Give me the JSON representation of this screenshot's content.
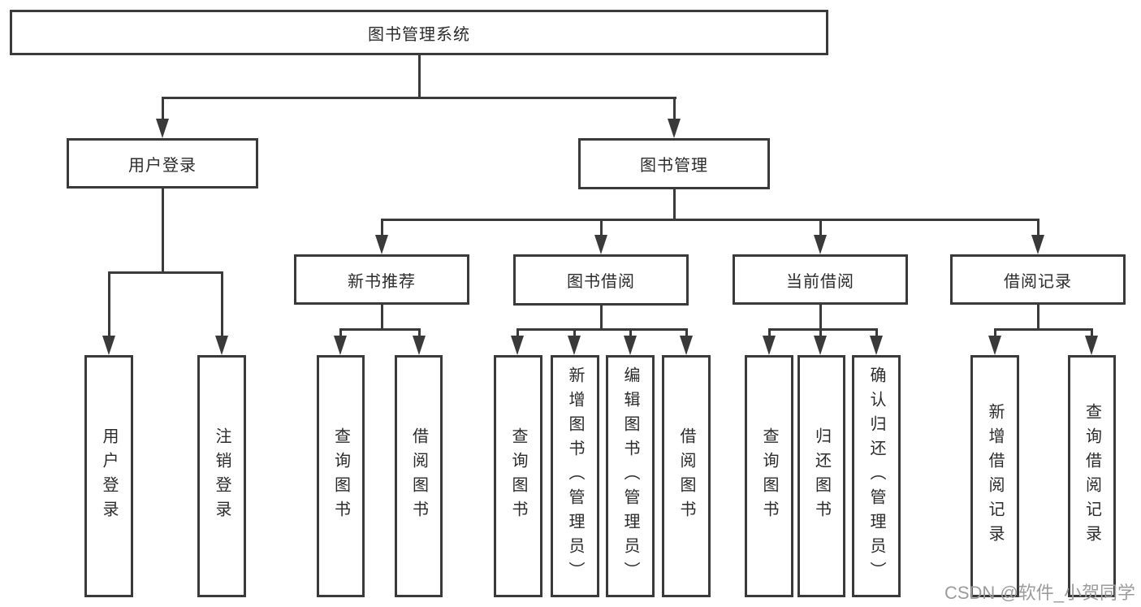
{
  "tree": {
    "label": "图书管理系统",
    "children": [
      {
        "label": "用户登录",
        "children": [
          {
            "label": "用户登录"
          },
          {
            "label": "注销登录"
          }
        ]
      },
      {
        "label": "图书管理",
        "children": [
          {
            "label": "新书推荐",
            "children": [
              {
                "label": "查询图书"
              },
              {
                "label": "借阅图书"
              }
            ]
          },
          {
            "label": "图书借阅",
            "children": [
              {
                "label": "查询图书"
              },
              {
                "label": "新增图书（管理员）"
              },
              {
                "label": "编辑图书（管理员）"
              },
              {
                "label": "借阅图书"
              }
            ]
          },
          {
            "label": "当前借阅",
            "children": [
              {
                "label": "查询图书"
              },
              {
                "label": "归还图书"
              },
              {
                "label": "确认归还（管理员）"
              }
            ]
          },
          {
            "label": "借阅记录",
            "children": [
              {
                "label": "新增借阅记录"
              },
              {
                "label": "查询借阅记录"
              }
            ]
          }
        ]
      }
    ]
  },
  "watermark": "CSDN @软件_小贺同学",
  "colors": {
    "line": "#3a3a3a",
    "text": "#2b2b2b",
    "watermark": "#9c9c9c"
  }
}
